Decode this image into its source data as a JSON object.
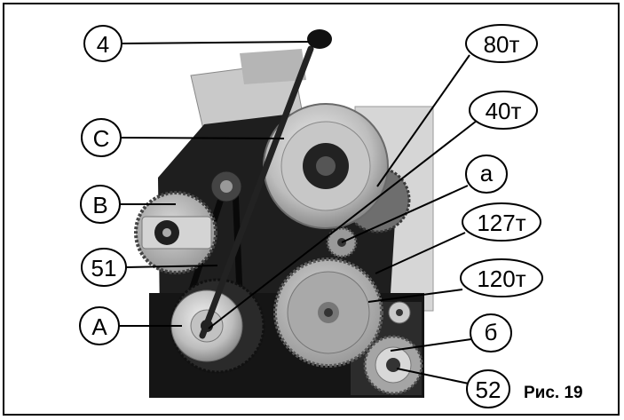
{
  "figure": {
    "caption": "Рис. 19",
    "callouts": {
      "c4": "4",
      "c80t": "80т",
      "c40t": "40т",
      "ca": "a",
      "c127t": "127т",
      "c120t": "120т",
      "cb6": "б",
      "c52": "52",
      "cC": "C",
      "cB": "B",
      "c51": "51",
      "cA": "A"
    }
  }
}
